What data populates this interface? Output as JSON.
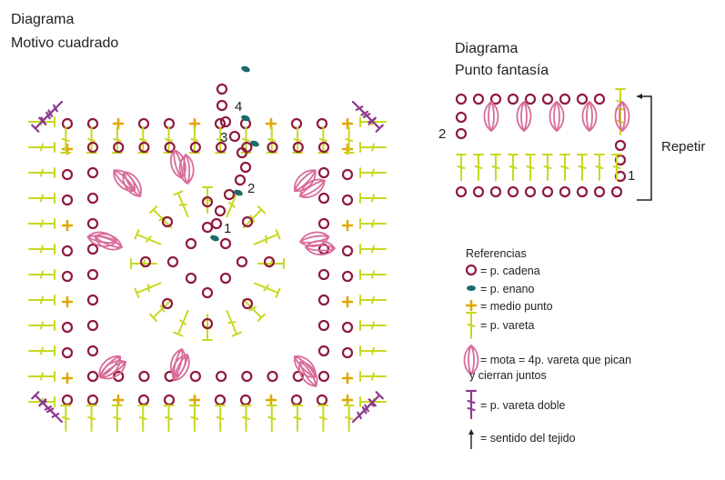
{
  "diagram1": {
    "title_line1": "Diagrama",
    "title_line2": "Motivo cuadrado",
    "round_labels": [
      "1",
      "2",
      "3",
      "4"
    ]
  },
  "diagram2": {
    "title_line1": "Diagrama",
    "title_line2": "Punto fantasía",
    "row_labels": [
      "1",
      "2"
    ],
    "repeat_label": "Repetir"
  },
  "legend": {
    "heading": "Referencias",
    "items": [
      {
        "icon": "chain-stitch-icon",
        "label": "= p. cadena"
      },
      {
        "icon": "slip-stitch-icon",
        "label": "= p. enano"
      },
      {
        "icon": "single-crochet-icon",
        "label": "= medio punto"
      },
      {
        "icon": "double-crochet-icon",
        "label": "= p. vareta"
      },
      {
        "icon": "bobble-stitch-icon",
        "label": "= mota = 4p. vareta que pican",
        "label2": "y cierran juntos"
      },
      {
        "icon": "treble-crochet-icon",
        "label": "= p. vareta doble"
      },
      {
        "icon": "direction-arrow-icon",
        "label": "= sentido del tejido"
      }
    ]
  },
  "colors": {
    "chain": "#8e1b3c",
    "slip": "#1a6a6a",
    "sc": "#e0a800",
    "dc": "#c8d820",
    "bobble": "#d86c9a",
    "tr": "#8e3a8e"
  }
}
